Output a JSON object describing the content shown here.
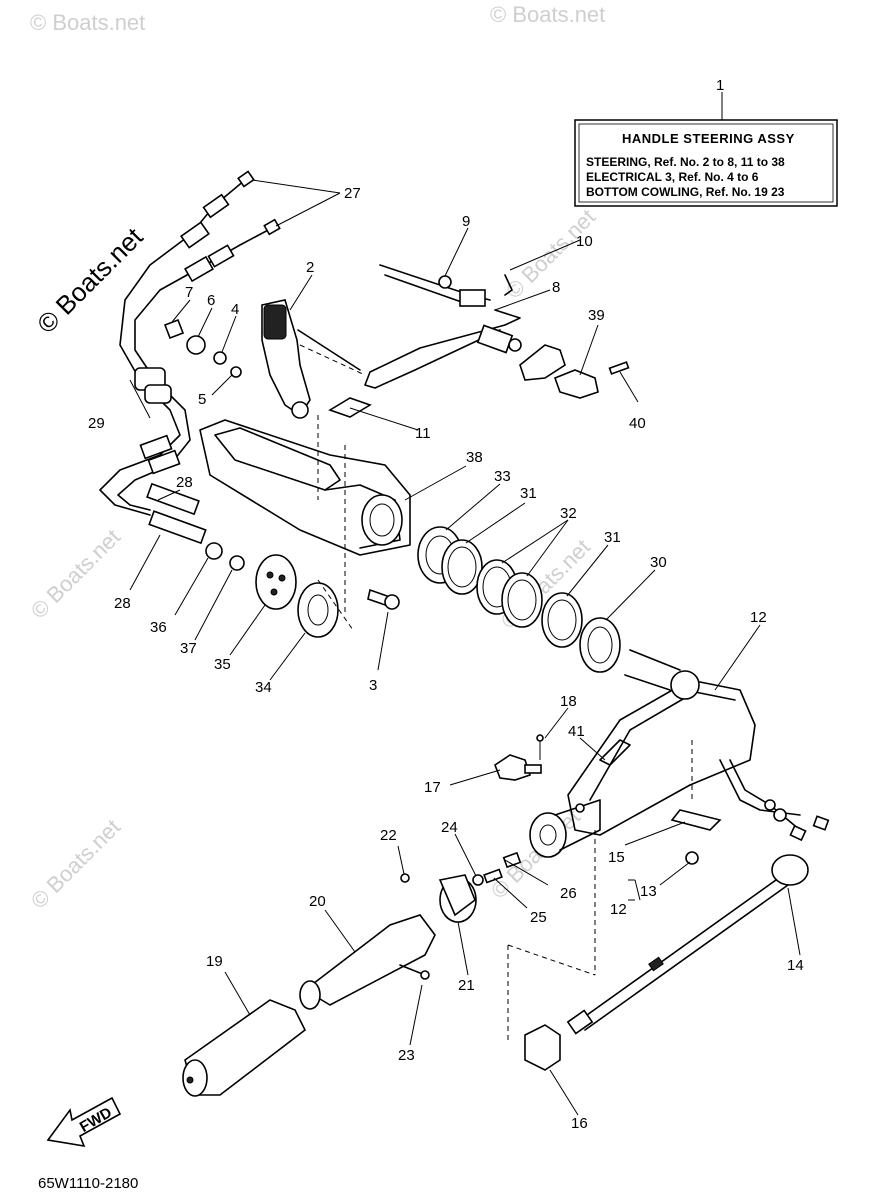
{
  "info_box": {
    "title": "HANDLE  STEERING ASSY",
    "line1": "STEERING, Ref. No. 2 to 8, 11 to 38",
    "line2": "ELECTRICAL 3,        Ref. No. 4 to 6",
    "line3": "BOTTOM COWLING, Ref. No. 19  23"
  },
  "diagram_code": "65W1110-2180",
  "fwd_label": "FWD",
  "watermark": "© Boats.net",
  "watermark_small": "© Boats.net",
  "callouts": {
    "c1": "1",
    "c2": "2",
    "c3": "3",
    "c4": "4",
    "c5": "5",
    "c6": "6",
    "c7": "7",
    "c8": "8",
    "c9": "9",
    "c10": "10",
    "c11": "11",
    "c12a": "12",
    "c12b": "12",
    "c13": "13",
    "c14": "14",
    "c15": "15",
    "c16": "16",
    "c17": "17",
    "c18": "18",
    "c19": "19",
    "c20": "20",
    "c21": "21",
    "c22": "22",
    "c23": "23",
    "c24": "24",
    "c25": "25",
    "c26": "26",
    "c27": "27",
    "c28a": "28",
    "c28b": "28",
    "c29": "29",
    "c30": "30",
    "c31a": "31",
    "c31b": "31",
    "c32": "32",
    "c33": "33",
    "c34": "34",
    "c35": "35",
    "c36": "36",
    "c37": "37",
    "c38": "38",
    "c39": "39",
    "c40": "40",
    "c41": "41"
  }
}
